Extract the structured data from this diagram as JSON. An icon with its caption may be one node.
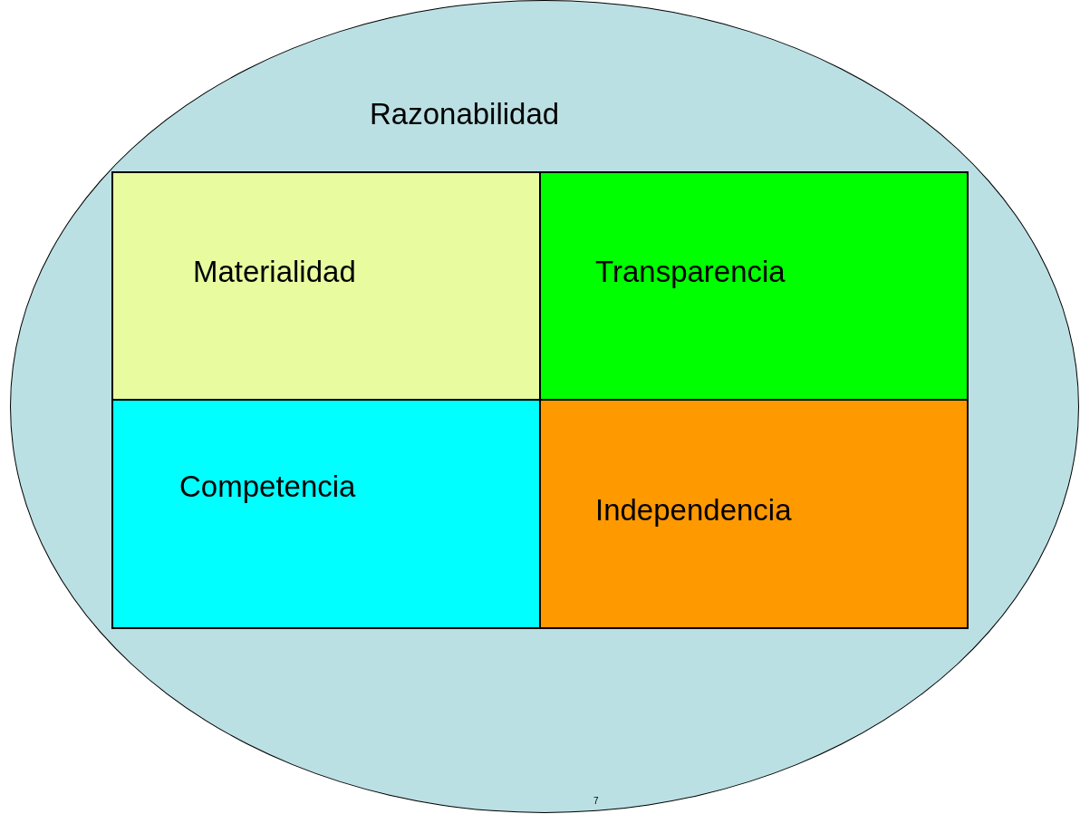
{
  "diagram": {
    "nodes": [
      {
        "text": [
          "Razonabilidad"
        ]
      },
      {
        "text": [
          "Materialidad"
        ],
        "in": 0
      },
      {
        "text": [
          "Transparencia"
        ],
        "in": 0
      },
      {
        "text": [
          "Competencia"
        ],
        "in": 0
      },
      {
        "text": [
          "Independencia"
        ],
        "in": 0
      }
    ],
    "labels": [
      "7"
    ]
  }
}
